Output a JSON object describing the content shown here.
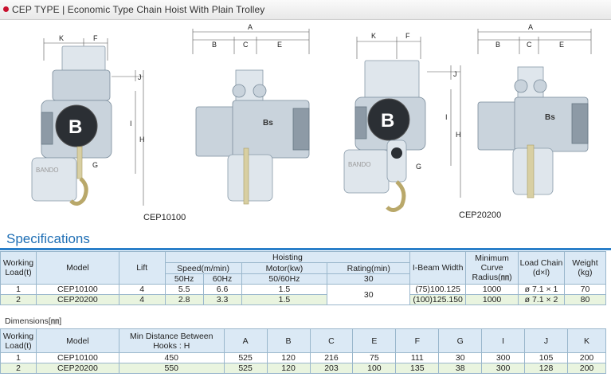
{
  "header": {
    "title": "CEP TYPE | Economic Type Chain Hoist With Plain Trolley"
  },
  "drawings": {
    "left_caption": "CEP10100",
    "right_caption": "CEP20200",
    "dim_letters": {
      "K": "K",
      "F": "F",
      "A": "A",
      "B": "B",
      "C": "C",
      "E": "E",
      "J": "J",
      "I": "I",
      "H": "H",
      "G": "G"
    },
    "badge_text": "Bs",
    "brand_text": "BANDO"
  },
  "specifications": {
    "title": "Specifications",
    "headers": {
      "working_load": "Working Load(t)",
      "model": "Model",
      "lift": "Lift",
      "hoisting": "Hoisting",
      "speed": "Speed(m/min)",
      "motor": "Motor(kw)",
      "rating": "Rating(min)",
      "hz50": "50Hz",
      "hz60": "60Hz",
      "hz5060": "50/60Hz",
      "rating_val": "30",
      "ibeam": "I-Beam Width",
      "min_curve": "Minimum Curve Radius(㎜)",
      "load_chain": "Load Chain (d×l)",
      "weight": "Weight (kg)"
    },
    "rows": [
      {
        "load": "1",
        "model": "CEP10100",
        "lift": "4",
        "s50": "5.5",
        "s60": "6.6",
        "motor": "1.5",
        "ibeam": "(75)100.125",
        "curve": "1000",
        "chain": "ø 7.1 × 1",
        "weight": "70"
      },
      {
        "load": "2",
        "model": "CEP20200",
        "lift": "4",
        "s50": "2.8",
        "s60": "3.3",
        "motor": "1.5",
        "ibeam": "(100)125.150",
        "curve": "1000",
        "chain": "ø 7.1 × 2",
        "weight": "80"
      }
    ],
    "rating_merged": "30"
  },
  "dimensions": {
    "title": "Dimensions[㎜]",
    "headers": {
      "working_load": "Working Load(t)",
      "model": "Model",
      "min_dist": "Min Distance Between Hooks : H",
      "A": "A",
      "B": "B",
      "C": "C",
      "E": "E",
      "F": "F",
      "G": "G",
      "I": "I",
      "J": "J",
      "K": "K"
    },
    "rows": [
      {
        "load": "1",
        "model": "CEP10100",
        "h": "450",
        "A": "525",
        "B": "120",
        "C": "216",
        "E": "75",
        "F": "111",
        "G": "30",
        "I": "300",
        "J": "105",
        "K": "200"
      },
      {
        "load": "2",
        "model": "CEP20200",
        "h": "550",
        "A": "525",
        "B": "120",
        "C": "203",
        "E": "100",
        "F": "135",
        "G": "38",
        "I": "300",
        "J": "128",
        "K": "200"
      }
    ]
  }
}
